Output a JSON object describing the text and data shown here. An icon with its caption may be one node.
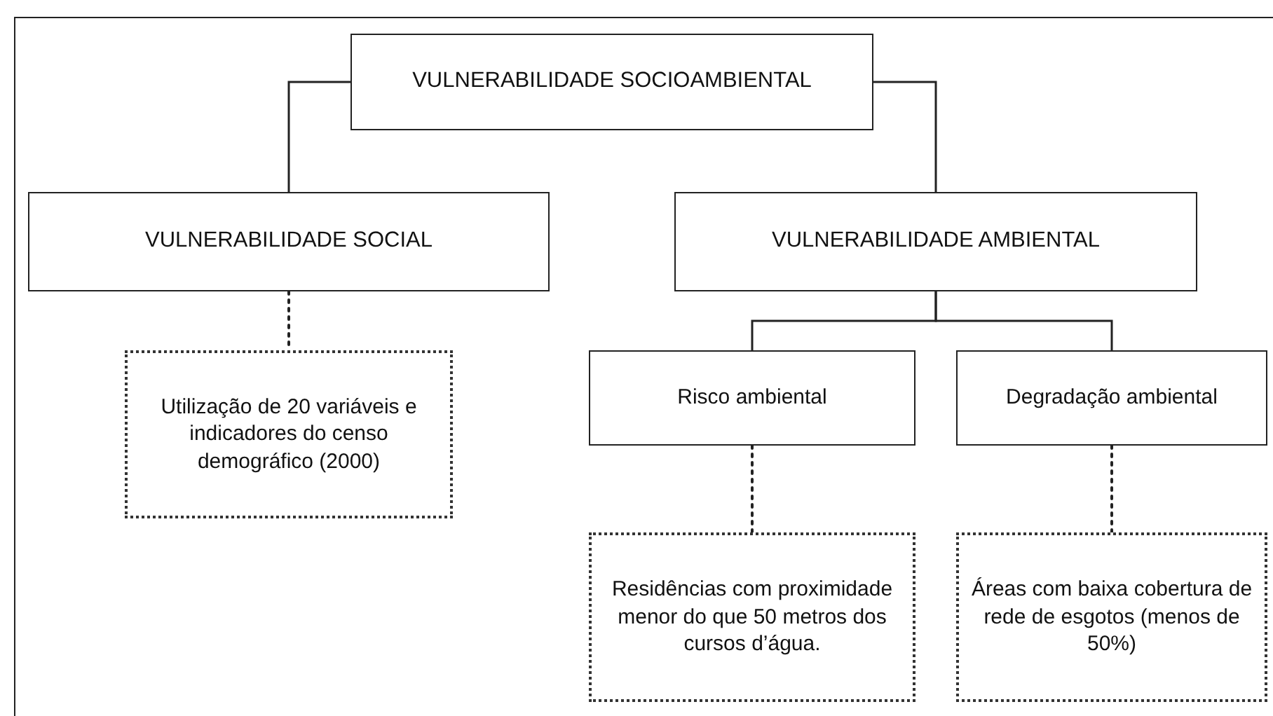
{
  "diagram": {
    "nodes": [
      {
        "text": [
          "VULNERABILIDADE SOCIOAMBIENTAL"
        ]
      },
      {
        "text": [
          "VULNERABILIDADE SOCIAL"
        ]
      },
      {
        "text": [
          "VULNERABILIDADE AMBIENTAL"
        ]
      },
      {
        "text": [
          "Utilização de 20 variáveis e indicadores do censo demográfico (2000)"
        ]
      },
      {
        "text": [
          "Risco ambiental"
        ]
      },
      {
        "text": [
          "Degradação ambiental"
        ]
      },
      {
        "text": [
          "Residências com proximidade menor do que 50 metros dos cursos d’água."
        ]
      },
      {
        "text": [
          "Áreas com baixa cobertura de rede de esgotos (menos de 50%)"
        ]
      }
    ],
    "edges": [
      {
        "from": 0,
        "to": 1,
        "arrow": "none"
      },
      {
        "from": 0,
        "to": 2,
        "arrow": "none"
      },
      {
        "from": 1,
        "to": 3,
        "arrow": "none",
        "style": "dashed"
      },
      {
        "from": 2,
        "to": 4,
        "arrow": "none"
      },
      {
        "from": 2,
        "to": 5,
        "arrow": "none"
      },
      {
        "from": 4,
        "to": 6,
        "arrow": "none",
        "style": "dashed"
      },
      {
        "from": 5,
        "to": 7,
        "arrow": "none",
        "style": "dashed"
      }
    ]
  }
}
